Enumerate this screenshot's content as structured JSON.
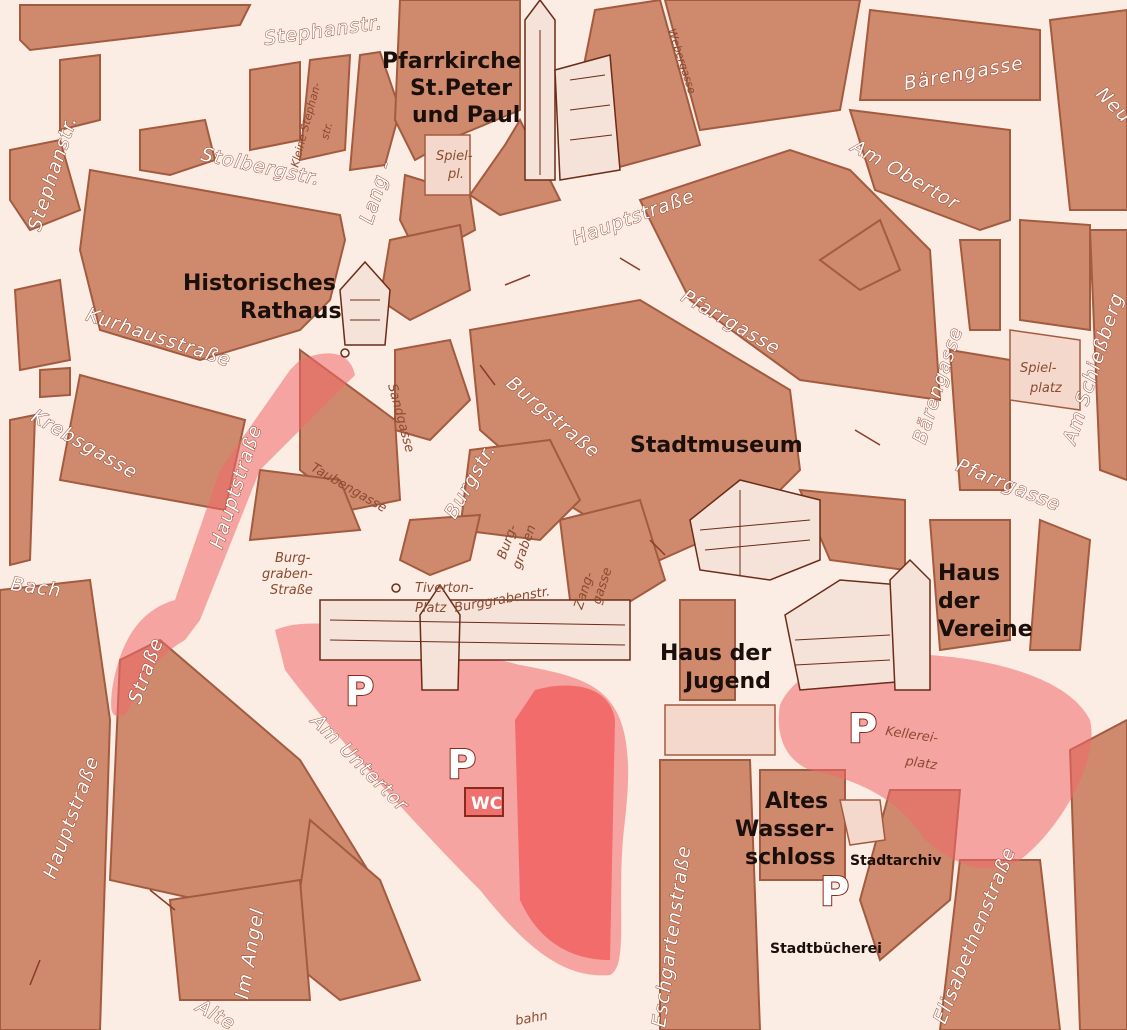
{
  "landmarks": {
    "church": [
      "Pfarrkirche",
      "St.Peter",
      "und Paul"
    ],
    "rathaus": [
      "Historisches",
      "Rathaus"
    ],
    "stadtmuseum": "Stadtmuseum",
    "vereine": [
      "Haus",
      "der",
      "Vereine"
    ],
    "jugend": [
      "Haus der",
      "Jugend"
    ],
    "wasserschloss": [
      "Altes",
      "Wasser-",
      "schloss"
    ],
    "stadtarchiv": "Stadtarchiv",
    "stadtbuecherei": "Stadtbücherei"
  },
  "streets": {
    "stephanstr_top": "Stephanstr.",
    "stephanstr_left": "Stephanstr.",
    "kleine_stephanstr": [
      "Kleine Stephan-",
      "str."
    ],
    "stolbergstr": "Stolbergstr.",
    "lang": "Lang -",
    "hauptstrasse_top": "Hauptstraße",
    "am_obertor": "Am Obertor",
    "baerengasse_top": "Bärengasse",
    "neu": "Neu",
    "webergasse": "Webergasse",
    "spielpl_church": [
      "Spiel-",
      "pl."
    ],
    "pfarrgasse_mid": "Pfarrgasse",
    "spielplatz_right": [
      "Spiel-",
      "platz"
    ],
    "am_schiessberg": "Am Schießberg",
    "kurhausstrasse": "Kurhausstraße",
    "krebsgasse": "Krebsgasse",
    "hauptstrasse_left": "Hauptstraße",
    "sandgasse": "Sandgasse",
    "taubengasse": "Taubengasse",
    "burgstr_small": "Burgstr.",
    "burgstrasse": "Burgstraße",
    "burggraben": [
      "Burg-",
      "graben"
    ],
    "baerengasse_right": "Bärengasse",
    "pfarrgasse_right": "Pfarrgasse",
    "bach": "Bach",
    "burggrabenstrasse_left": [
      "Burg-",
      "graben-",
      "Straße"
    ],
    "tiverton_platz": [
      "Tiverton-",
      "Platz"
    ],
    "burggrabenstr_right": "Burggrabenstr.",
    "zanggasse": [
      "Zang-",
      "gasse"
    ],
    "strasse_left_vertical": "Straße",
    "am_untertor": "Am Untertor",
    "hauptstrasse_bottom": "Hauptstraße",
    "im_angel": "Im Angel",
    "alte": "Alte",
    "eschgartenstrasse": "Eschgartenstraße",
    "bahn": "bahn",
    "elisabethenstrasse": "Elisabethenstraße",
    "kellereiplatz": [
      "Kellerei-",
      "platz"
    ]
  },
  "parking": {
    "p1": "P",
    "p2": "P",
    "p3": "P",
    "p4": "P"
  },
  "wc": "WC",
  "colors": {
    "background": "#fbece4",
    "block": "#cf8a6e",
    "highlight": "#f06a6a",
    "road_text": "#8a3b25"
  },
  "icons": [
    "church-icon",
    "rathaus-icon",
    "museum-icon",
    "castle-tower-icon",
    "vereine-building-icon",
    "parking-icon",
    "wc-icon"
  ]
}
